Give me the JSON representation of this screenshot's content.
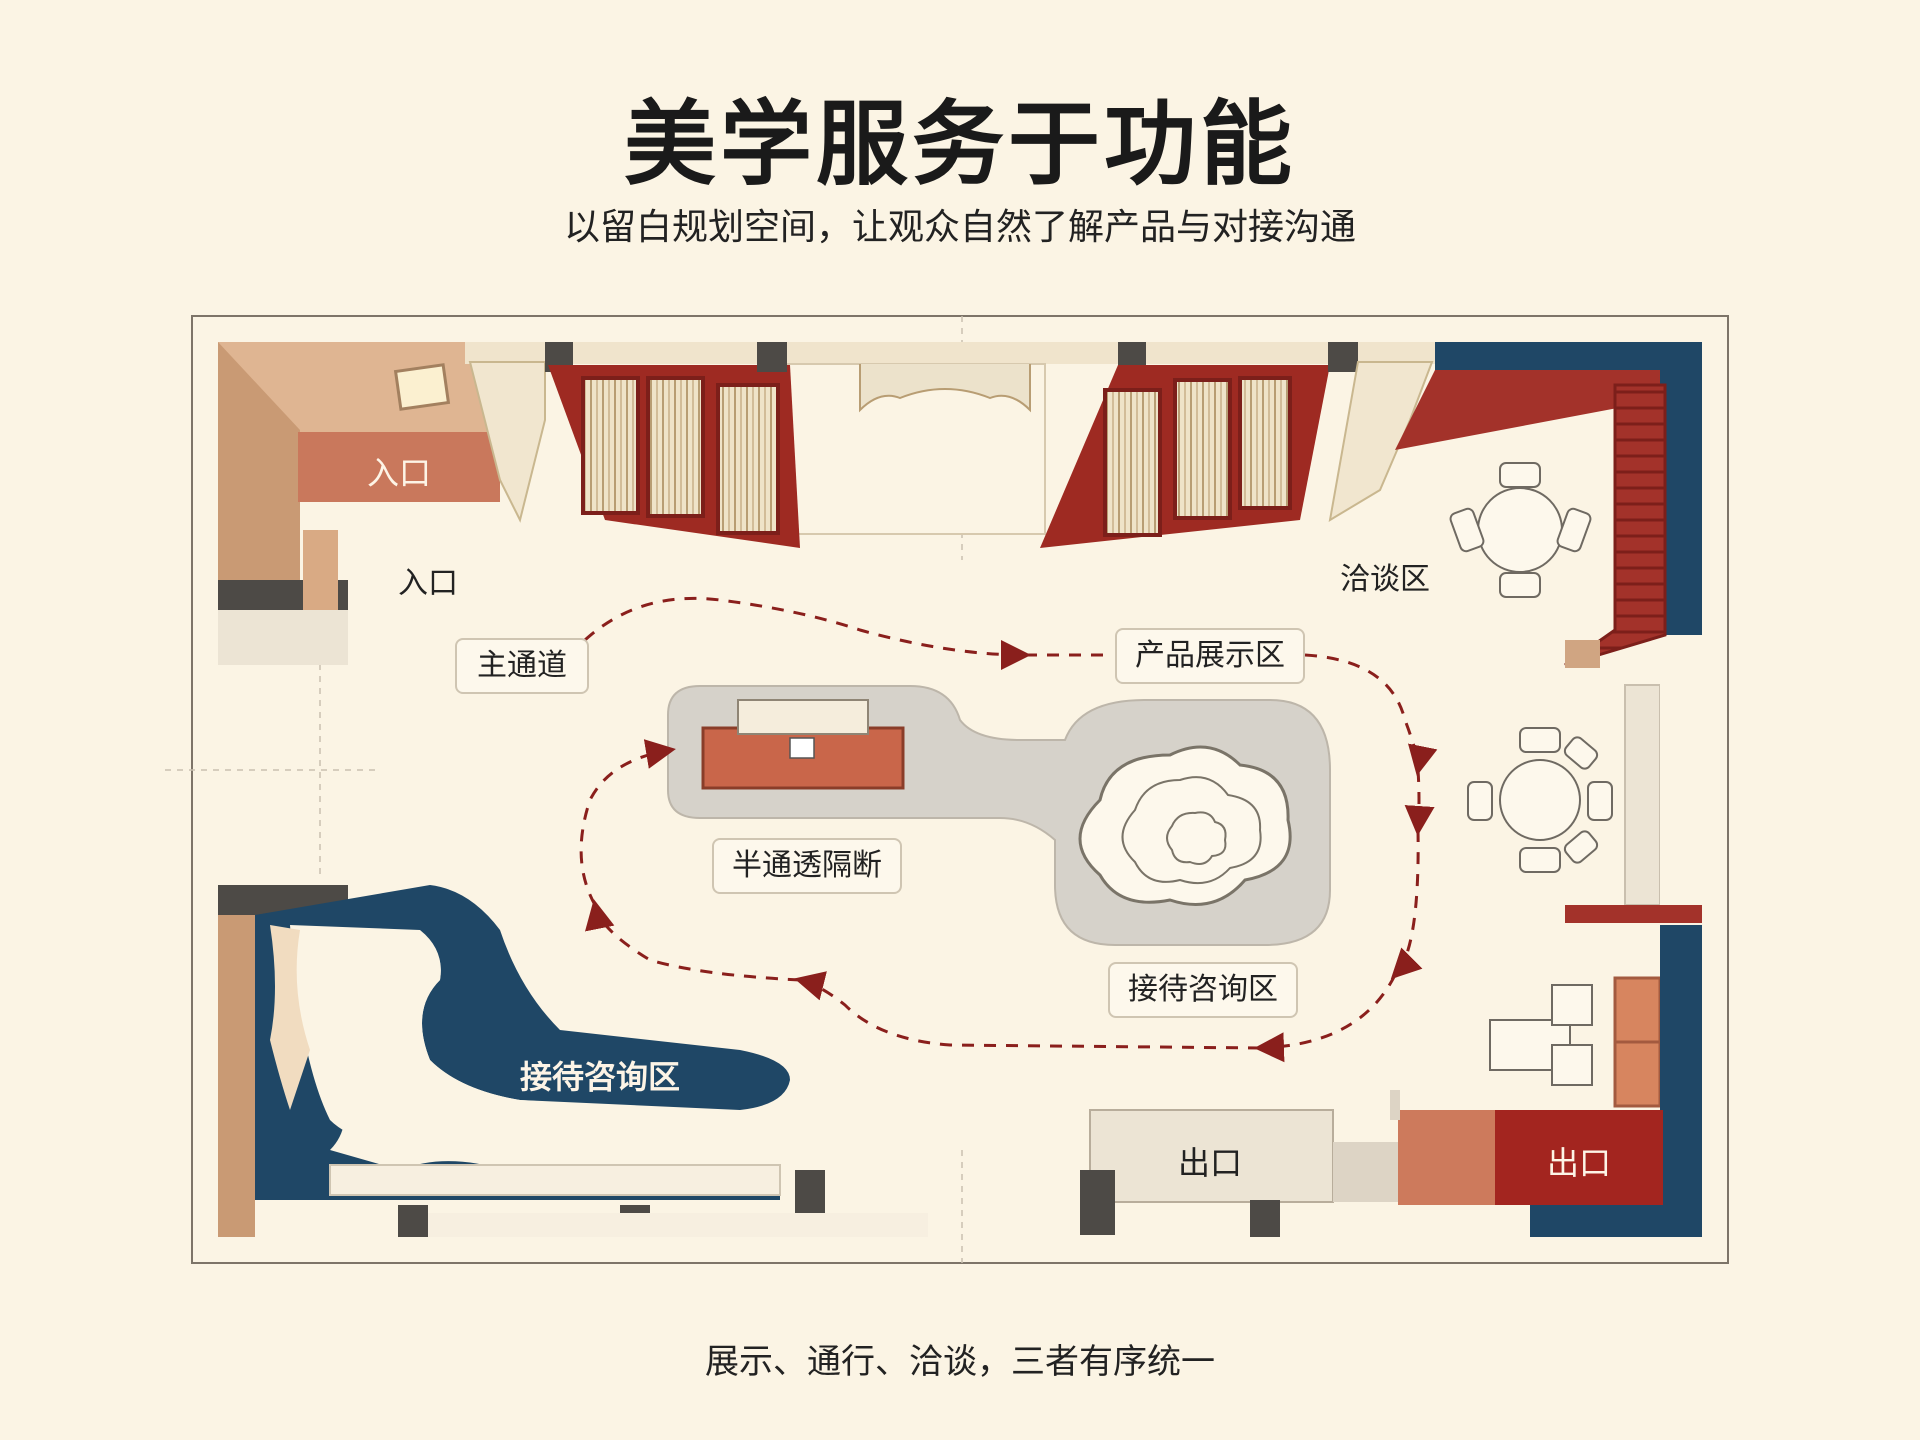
{
  "header": {
    "title": "美学服务于功能",
    "subtitle": "以留白规划空间，让观众自然了解产品与对接沟通"
  },
  "plan": {
    "entrance_badge": "入口",
    "entrance_label": "入口",
    "negotiation_label": "洽谈区",
    "main_aisle_tag": "主通道",
    "product_display_tag": "产品展示区",
    "partition_tag": "半通透隔断",
    "reception_tag": "接待咨询区",
    "reception_blue_label": "接待咨询区",
    "exit_left_label": "出口",
    "exit_right_label": "出口"
  },
  "footer": {
    "caption": "展示、通行、洽谈，三者有序统一"
  },
  "colors": {
    "background": "#fbf4e4",
    "lacquer_red": "#9e2a22",
    "navy": "#1f4766",
    "terracotta": "#cd7a5c",
    "stone_grey": "#d6d2ca",
    "route_red": "#8a1f1c"
  }
}
